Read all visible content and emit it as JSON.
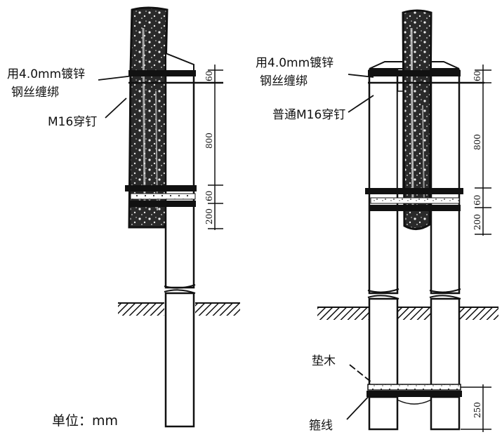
{
  "left_figure": {
    "label_binding": [
      "用4.0mm镀锌",
      "钢丝缠绑"
    ],
    "label_bolt": "M16穿钉",
    "dims": [
      "60",
      "800",
      "60",
      "200"
    ]
  },
  "right_figure": {
    "label_binding": [
      "用4.0mm镀锌",
      "钢丝缠绑"
    ],
    "label_bolt": "普通M16穿钉",
    "label_pad": "垫木",
    "label_hoop": "箍线",
    "dims": [
      "60",
      "800",
      "60",
      "200",
      "250"
    ]
  },
  "unit_label": "单位：mm",
  "colors": {
    "ink": "#111111",
    "paper": "#ffffff"
  }
}
